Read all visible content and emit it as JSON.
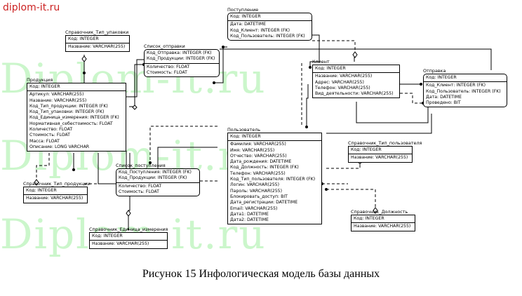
{
  "site": "diplom-it.ru",
  "watermark": [
    "Diplom-it.ru",
    "Diplom-it.ru",
    "Diplom-it.ru"
  ],
  "caption": "Рисунок 15 Инфологическая модель базы данных",
  "entities": {
    "sprav_tip_upakovki": {
      "title": "Справочник_Тип_упаковки",
      "pk": [
        "Код: INTEGER"
      ],
      "attrs": [
        "Название: VARCHAR(255)"
      ]
    },
    "postuplenie": {
      "title": "Поступление",
      "pk": [
        "Код: INTEGER"
      ],
      "attrs": [
        "Дата: DATETIME",
        "Код_Клиент: INTEGER (FK)",
        "Код_Пользователь: INTEGER (FK)"
      ]
    },
    "spisok_otpravki": {
      "title": "Список_отправки",
      "pk": [
        "Код_Отправка: INTEGER (FK)",
        "Код_Продукции: INTEGER (FK)"
      ],
      "attrs": [
        "Количество: FLOAT",
        "Стоимость: FLOAT"
      ]
    },
    "klient": {
      "title": "Клиент",
      "pk": [
        "Код: INTEGER"
      ],
      "attrs": [
        "Название: VARCHAR(255)",
        "Адрес: VARCHAR(255)",
        "Телефон: VARCHAR(255)",
        "Вид_деятельности: VARCHAR(255)"
      ]
    },
    "otpravka": {
      "title": "Отправка",
      "pk": [
        "Код: INTEGER"
      ],
      "attrs": [
        "Код_Клиент: INTEGER (FK)",
        "Код_Пользователь: INTEGER (FK)",
        "Дата: DATETIME",
        "Проведено: BIT"
      ]
    },
    "produkciya": {
      "title": "Продукция",
      "pk": [
        "Код: INTEGER"
      ],
      "attrs": [
        "Артикул: VARCHAR(255)",
        "Название: VARCHAR(255)",
        "Код_Тип_продукции: INTEGER (FK)",
        "Код_Тип_упаковки: INTEGER (FK)",
        "Код_Единица_измерения: INTEGER (FK)",
        "Нормативная_себестоимость: FLOAT",
        "Количество: FLOAT",
        "Стоимость: FLOAT",
        "Масса: FLOAT",
        "Описание: LONG VARCHAR"
      ]
    },
    "polzovatel": {
      "title": "Пользователь",
      "pk": [
        "Код: INTEGER"
      ],
      "attrs": [
        "Фамилия: VARCHAR(255)",
        "Имя: VARCHAR(255)",
        "Отчество: VARCHAR(255)",
        "Дата_рождения: DATETIME",
        "Код_Должность: INTEGER (FK)",
        "Телефон: VARCHAR(255)",
        "Код_Тип_пользователя: INTEGER (FK)",
        "Логин: VARCHAR(255)",
        "Пароль: VARCHAR(255)",
        "Блокировать_доступ: BIT",
        "Дата_регистрации: DATETIME",
        "Email: VARCHAR(255)",
        "Дата1: DATETIME",
        "Дата2: DATETIME"
      ]
    },
    "sprav_tip_polzovatelya": {
      "title": "Справочник_Тип_пользователя",
      "pk": [
        "Код: INTEGER"
      ],
      "attrs": [
        "Название: VARCHAR(255)"
      ]
    },
    "sprav_tip_produkcii": {
      "title": "Справочник_Тип_продукции",
      "pk": [
        "Код: INTEGER"
      ],
      "attrs": [
        "Название: VARCHAR(255)"
      ]
    },
    "spisok_postupleniya": {
      "title": "Список_поступления",
      "pk": [
        "Код_Поступления: INTEGER (FK)",
        "Код_Продукции: INTEGER (FK)"
      ],
      "attrs": [
        "Количество: FLOAT",
        "Стоимость: FLOAT"
      ]
    },
    "sprav_dolzhnost": {
      "title": "Справочник_Должность",
      "pk": [
        "Код: INTEGER"
      ],
      "attrs": [
        "Название: VARCHAR(255)"
      ]
    },
    "sprav_edinica": {
      "title": "Справочник_Единица_измерения",
      "pk": [
        "Код: INTEGER"
      ],
      "attrs": [
        "Название: VARCHAR(255)"
      ]
    }
  }
}
